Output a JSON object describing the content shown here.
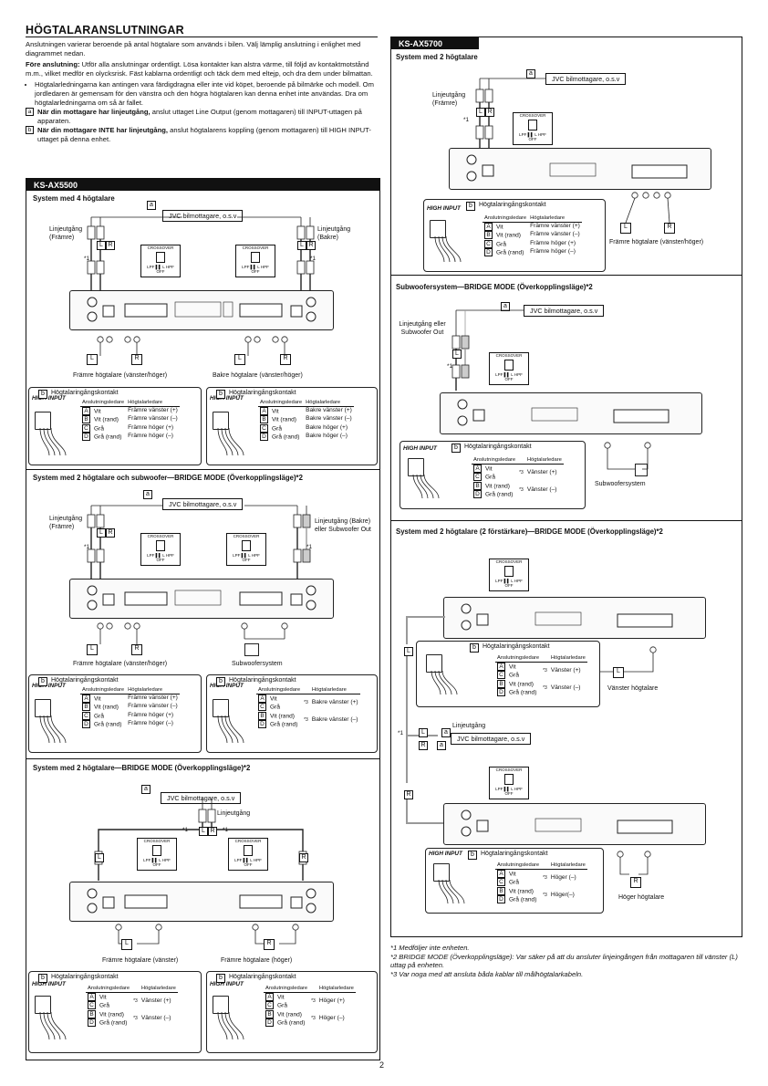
{
  "heading": "HÖGTALARANSLUTNINGAR",
  "intro": {
    "p1": "Anslutningen varierar beroende på antal högtalare som används i bilen. Välj lämplig anslutning i enlighet med diagrammet nedan.",
    "p2_bold": "Före anslutning:",
    "p2": " Utför alla anslutningar ordentligt. Lösa kontakter kan alstra värme, till följd av kontaktmotstånd m.m., vilket medför en olycksrisk. Fäst kablarna ordentligt och täck dem med eltejp, och dra dem under bilmattan.",
    "bullet": "Högtalarledningarna kan antingen vara färdigdragna eller inte vid köpet, beroende på bilmärke och modell. Om jordledaren är gemensam för den vänstra och den högra högtalaren kan denna enhet inte användas. Dra om högtalarledningarna om så är fallet.",
    "a_mark": "a",
    "a_bold": "När din mottagare har linjeutgång,",
    "a_text": " anslut uttaget Line Output (genom mottagaren) till INPUT-uttagen på apparaten.",
    "b_mark": "b",
    "b_bold": "När din mottagare INTE har linjeutgång,",
    "b_text": " anslut högtalarens koppling (genom mottagaren) till HIGH INPUT-uttaget på denna enhet."
  },
  "common": {
    "jvc": "JVC bilmottagare, o.s.v",
    "a": "a",
    "b": "b",
    "L": "L",
    "R": "R",
    "star1": "*1",
    "crossover": "CROSSOVER",
    "crossover_sw": "LPF ▌▌ L HPF",
    "crossover_off": "OFF",
    "hogtalaringang": "Högtalaringångskontakt",
    "high_input": "HIGH INPUT",
    "col_connect": "Anslutningsledare",
    "col_speaker": "Högtalarledare",
    "plus_minus": "⊕ ⊖",
    "connector_letters": [
      "A",
      "B",
      "C",
      "D"
    ],
    "fn3": "*3"
  },
  "ks5500": {
    "title": "KS-AX5500",
    "s1": {
      "title": "System med 4 högtalare",
      "linje_front": "Linjeutgång (Främre)",
      "linje_rear": "Linjeutgång (Bakre)",
      "front_speakers": "Främre högtalare (vänster/höger)",
      "rear_speakers": "Bakre högtalare (vänster/höger)",
      "left_rows": [
        [
          "A",
          "Vit",
          "Främre vänster (+)"
        ],
        [
          "B",
          "Vit (rand)",
          "Främre vänster (–)"
        ],
        [
          "C",
          "Grå",
          "Främre höger (+)"
        ],
        [
          "D",
          "Grå (rand)",
          "Främre höger (–)"
        ]
      ],
      "right_rows": [
        [
          "A",
          "Vit",
          "Bakre vänster (+)"
        ],
        [
          "B",
          "Vit (rand)",
          "Bakre vänster (–)"
        ],
        [
          "C",
          "Grå",
          "Bakre höger (+)"
        ],
        [
          "D",
          "Grå (rand)",
          "Bakre höger (–)"
        ]
      ]
    },
    "s2": {
      "title": "System med 2 högtalare och subwoofer—BRIDGE MODE (Överkopplingsläge)*2",
      "linje_front": "Linjeutgång (Främre)",
      "linje_rear": "Linjeutgång (Bakre) eller Subwoofer Out",
      "front_speakers": "Främre högtalare (vänster/höger)",
      "subwoofer": "Subwoofersystem",
      "left_rows": [
        [
          "A",
          "Vit",
          "Främre vänster (+)"
        ],
        [
          "B",
          "Vit (rand)",
          "Främre vänster (–)"
        ],
        [
          "C",
          "Grå",
          "Främre höger (+)"
        ],
        [
          "D",
          "Grå (rand)",
          "Främre höger (–)"
        ]
      ],
      "right_rows": [
        [
          "A",
          "Vit",
          "C",
          "Grå",
          "Bakre vänster (+)"
        ],
        [
          "B",
          "Vit (rand)",
          "D",
          "Grå (rand)",
          "Bakre vänster (–)"
        ]
      ]
    },
    "s3": {
      "title": "System med 2 högtalare—BRIDGE MODE (Överkopplingsläge)*2",
      "linje": "Linjeutgång",
      "front_left": "Främre högtalare (vänster)",
      "front_right": "Främre högtalare (höger)",
      "left_rows": [
        [
          "A",
          "Vit",
          "C",
          "Grå",
          "Vänster (+)"
        ],
        [
          "B",
          "Vit (rand)",
          "D",
          "Grå (rand)",
          "Vänster (–)"
        ]
      ],
      "right_rows": [
        [
          "A",
          "Vit",
          "C",
          "Grå",
          "Höger (+)"
        ],
        [
          "B",
          "Vit (rand)",
          "D",
          "Grå (rand)",
          "Höger (–)"
        ]
      ]
    }
  },
  "ks5700": {
    "title": "KS-AX5700",
    "s1": {
      "title": "System med 2 högtalare",
      "linje": "Linjeutgång (Främre)",
      "speakers": "Främre högtalare (vänster/höger)",
      "rows": [
        [
          "A",
          "Vit",
          "Främre vänster (+)"
        ],
        [
          "B",
          "Vit (rand)",
          "Främre vänster (–)"
        ],
        [
          "C",
          "Grå",
          "Främre höger (+)"
        ],
        [
          "D",
          "Grå (rand)",
          "Främre höger (–)"
        ]
      ]
    },
    "s2": {
      "title": "Subwoofersystem—BRIDGE MODE (Överkopplingsläge)*2",
      "linje": "Linjeutgång eller Subwoofer Out",
      "subwoofer": "Subwoofersystem",
      "rows": [
        [
          "A",
          "Vit",
          "C",
          "Grå",
          "Vänster (+)"
        ],
        [
          "B",
          "Vit (rand)",
          "D",
          "Grå (rand)",
          "Vänster (–)"
        ]
      ]
    },
    "s3": {
      "title": "System med 2 högtalare (2 förstärkare)—BRIDGE MODE (Överkopplingsläge)*2",
      "linje": "Linjeutgång",
      "left_speaker": "Vänster högtalare",
      "right_speaker": "Höger högtalare",
      "top_rows": [
        [
          "A",
          "Vit",
          "C",
          "Grå",
          "Vänster (+)"
        ],
        [
          "B",
          "Vit (rand)",
          "D",
          "Grå (rand)",
          "Vänster (–)"
        ]
      ],
      "bottom_rows": [
        [
          "A",
          "Vit",
          "C",
          "Grå",
          "Höger (–)"
        ],
        [
          "B",
          "Vit (rand)",
          "D",
          "Grå (rand)",
          "Höger(–)"
        ]
      ]
    }
  },
  "footnotes": {
    "n1": "*1 Medföljer inte enheten.",
    "n2": "*2 BRIDGE MODE (Överkopplingsläge): Var säker på att du ansluter linjeingången från mottagaren till vänster (L) uttag på enheten.",
    "n3": "*3 Var noga med att ansluta båda kablar till målhögtalarkabeln."
  },
  "page_number": "2"
}
